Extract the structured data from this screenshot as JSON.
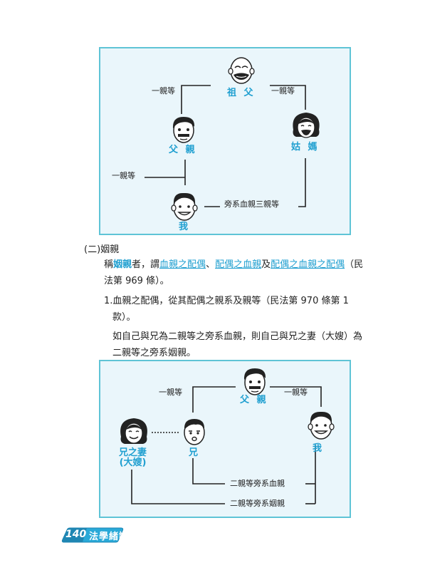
{
  "diagram1": {
    "names": {
      "grandfather": "祖 父",
      "father": "父 親",
      "aunt": "姑 媽",
      "me": "我"
    },
    "labels": {
      "left_top": "一親等",
      "right_top": "一親等",
      "left_mid": "一親等",
      "bottom": "旁系血親三親等"
    }
  },
  "section": {
    "heading": "(二)姻親",
    "para1": {
      "p1": "稱",
      "hl1": "姻親",
      "p2": "者，謂",
      "u1": "血親之配偶",
      "p3": "、",
      "u2": "配偶之血親",
      "p4": "及",
      "u3": "配偶之血親之配偶",
      "p5": "（民",
      "line2": "法第 969 條）。"
    },
    "item1": {
      "line1": "1.血親之配偶，從其配偶之親系及親等（民法第 970 條第 1",
      "line2": "款）。"
    },
    "example": {
      "line1": "如自己與兄為二親等之旁系血親，則自己與兄之妻（大嫂）為",
      "line2": "二親等之旁系姻親。"
    }
  },
  "diagram2": {
    "names": {
      "father": "父 親",
      "brother": "兄",
      "sister_in_law_1": "兄之妻",
      "sister_in_law_2": "(大嫂)",
      "me": "我"
    },
    "labels": {
      "left_top": "一親等",
      "right_top": "一親等",
      "blood": "二親等旁系血親",
      "affinity": "二親等旁系姻親"
    }
  },
  "footer": {
    "page_number": "140",
    "book_title": "法學緒論"
  },
  "colors": {
    "accent": "#1f9fd0",
    "box_border": "#5fc4d6",
    "box_fill": "#eaf6fb"
  }
}
